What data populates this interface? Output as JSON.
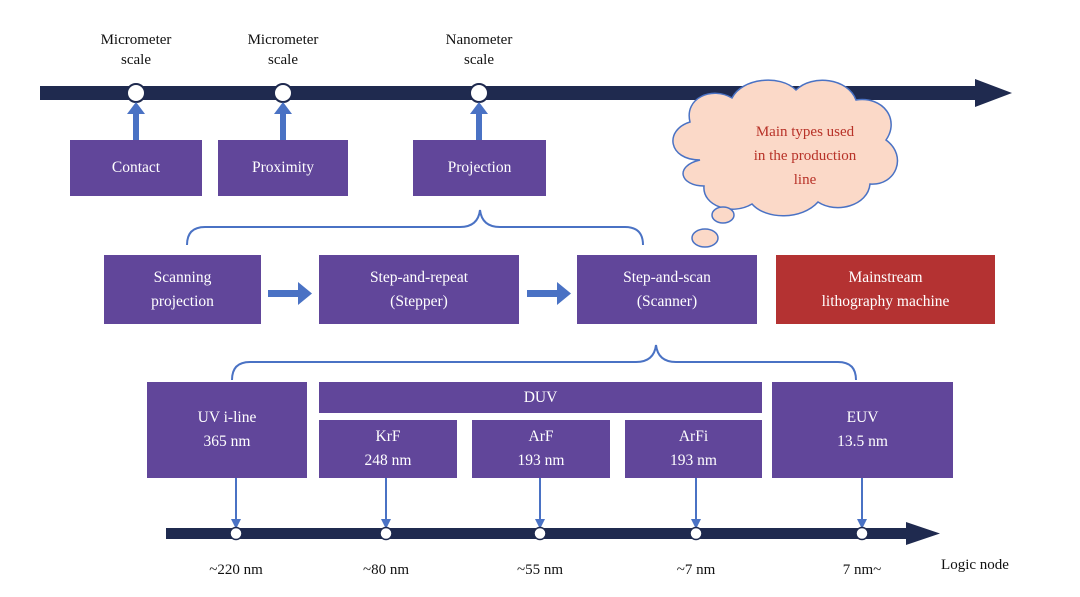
{
  "colors": {
    "box_purple": "#61469a",
    "box_red": "#b43232",
    "timeline_navy": "#1f2a4f",
    "arrow_blue": "#4a72c4",
    "cloud_fill": "#fbd9c8",
    "cloud_text": "#b83228"
  },
  "top_scales": [
    {
      "line1": "Micrometer",
      "line2": "scale"
    },
    {
      "line1": "Micrometer",
      "line2": "scale"
    },
    {
      "line1": "Nanometer",
      "line2": "scale"
    }
  ],
  "methods": [
    {
      "label": "Contact"
    },
    {
      "label": "Proximity"
    },
    {
      "label": "Projection"
    }
  ],
  "cloud": {
    "text": "Main types used\nin the production\nline"
  },
  "projection_types": [
    {
      "label": "Scanning\nprojection"
    },
    {
      "label": "Step-and-repeat\n(Stepper)"
    },
    {
      "label": "Step-and-scan\n(Scanner)"
    }
  ],
  "mainstream": {
    "label": "Mainstream\nlithography machine"
  },
  "light_sources": {
    "uv": {
      "label": "UV i-line\n365 nm"
    },
    "duv": {
      "label": "DUV"
    },
    "krf": {
      "label": "KrF\n248 nm"
    },
    "arf": {
      "label": "ArF\n193 nm"
    },
    "arfi": {
      "label": "ArFi\n193 nm"
    },
    "euv": {
      "label": "EUV\n13.5 nm"
    }
  },
  "logic_nodes": [
    {
      "label": "~220 nm"
    },
    {
      "label": "~80 nm"
    },
    {
      "label": "~55 nm"
    },
    {
      "label": "~7 nm"
    },
    {
      "label": "7 nm~"
    }
  ],
  "bottom_axis_label": "Logic node"
}
